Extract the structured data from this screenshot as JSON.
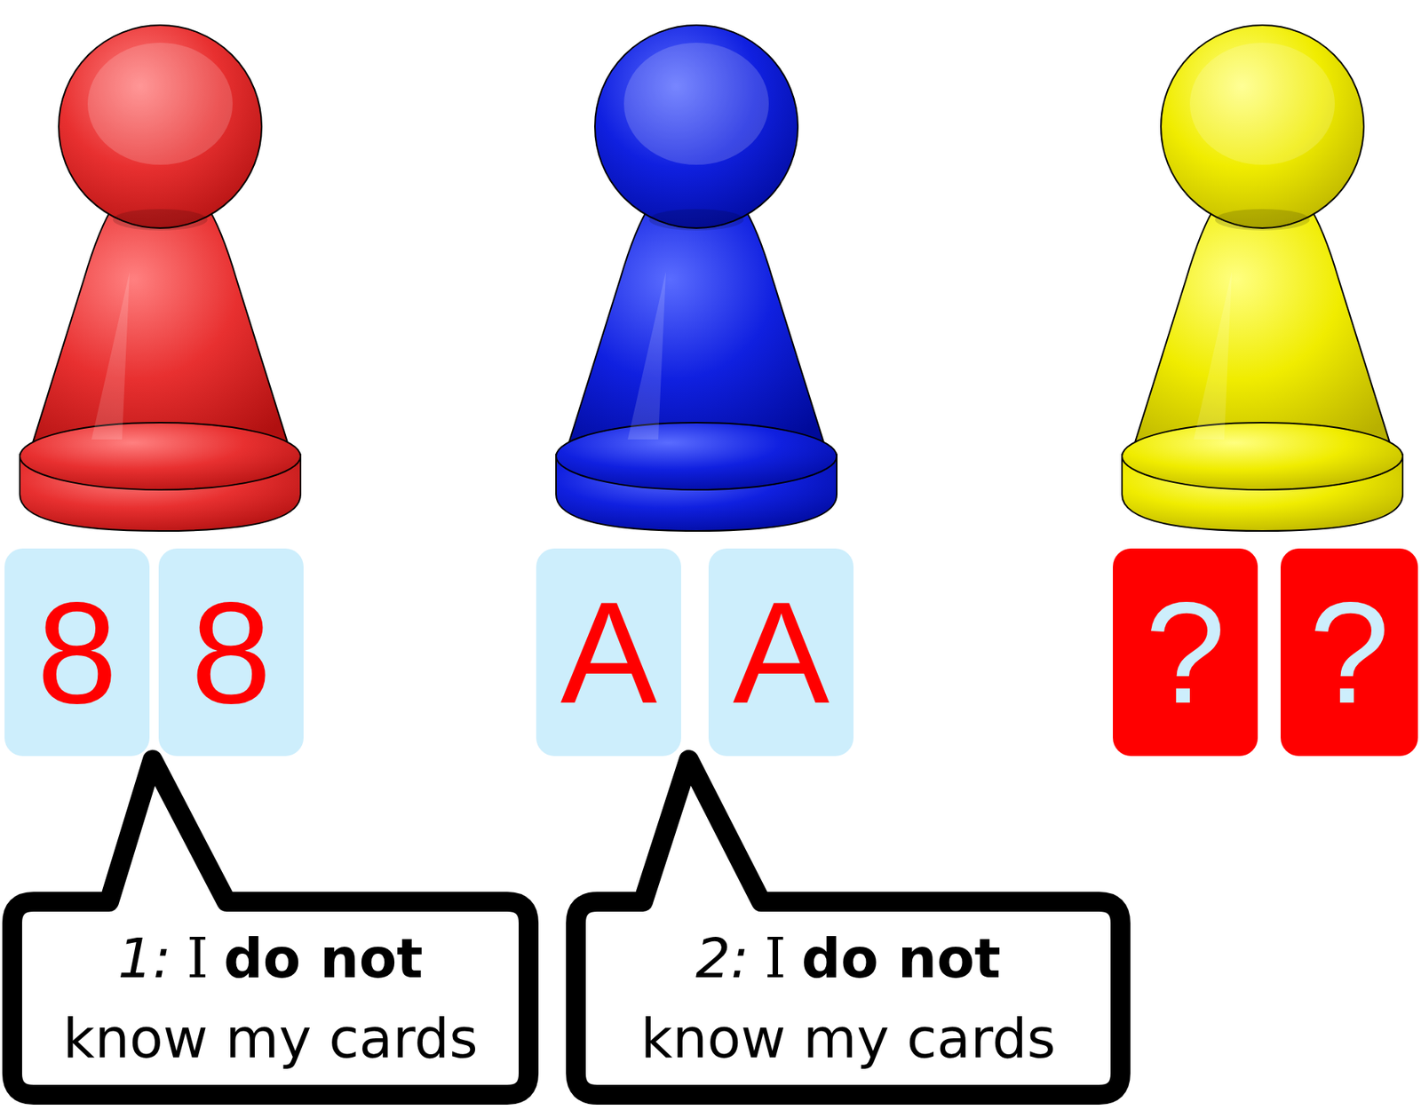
{
  "diagram": {
    "nodes": [
      {
        "text": [
          "8"
        ]
      },
      {
        "text": [
          "8"
        ]
      },
      {
        "text": [
          "A"
        ]
      },
      {
        "text": [
          "A"
        ]
      },
      {
        "text": [
          "?"
        ]
      },
      {
        "text": [
          "?"
        ]
      },
      {
        "text": [
          "1:",
          "I",
          "do not",
          "know my cards"
        ]
      },
      {
        "text": [
          "2:",
          "I",
          "do not",
          "know my cards"
        ]
      }
    ]
  }
}
